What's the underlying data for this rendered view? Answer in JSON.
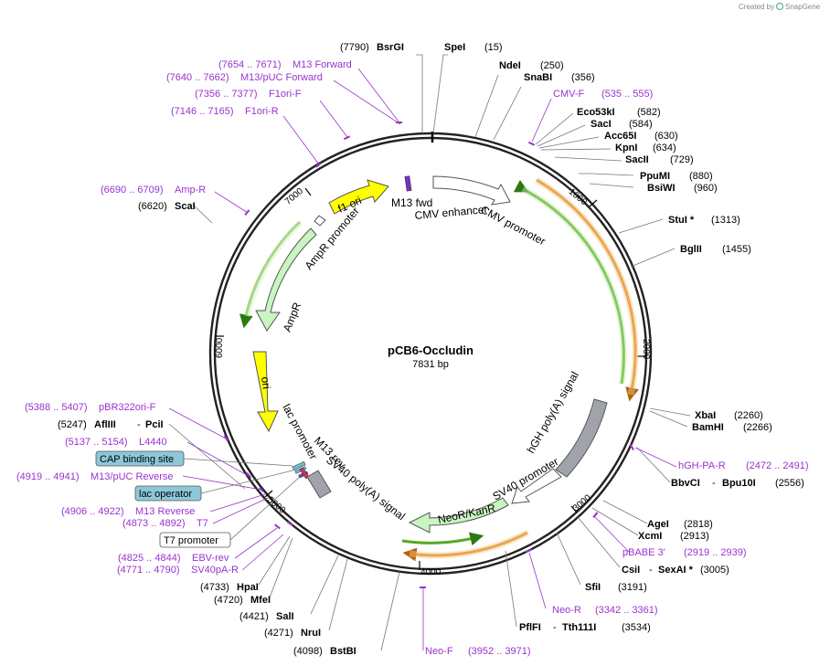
{
  "credit": {
    "prefix": "Created by",
    "brand": "SnapGene"
  },
  "plasmid": {
    "name": "pCB6-Occludin",
    "length": "7831 bp"
  },
  "ticks": [
    "1000",
    "2000",
    "3000",
    "4000",
    "5000",
    "6000",
    "7000"
  ],
  "enzymes": {
    "bsrgi": {
      "name": "BsrGI",
      "pos": "(7790)"
    },
    "spei": {
      "name": "SpeI",
      "pos": "(15)"
    },
    "ndei": {
      "name": "NdeI",
      "pos": "(250)"
    },
    "snabi": {
      "name": "SnaBI",
      "pos": "(356)"
    },
    "eco53ki": {
      "name": "Eco53kI",
      "pos": "(582)"
    },
    "saci": {
      "name": "SacI",
      "pos": "(584)"
    },
    "acc65i": {
      "name": "Acc65I",
      "pos": "(630)"
    },
    "kpni": {
      "name": "KpnI",
      "pos": "(634)"
    },
    "sacii": {
      "name": "SacII",
      "pos": "(729)"
    },
    "ppumi": {
      "name": "PpuMI",
      "pos": "(880)"
    },
    "bsiwi": {
      "name": "BsiWI",
      "pos": "(960)"
    },
    "stui": {
      "name": "StuI *",
      "pos": "(1313)"
    },
    "bglii": {
      "name": "BglII",
      "pos": "(1455)"
    },
    "xbai": {
      "name": "XbaI",
      "pos": "(2260)"
    },
    "bamhi": {
      "name": "BamHI",
      "pos": "(2266)"
    },
    "bbvci": {
      "name": "BbvCI",
      "sep": "-",
      "name2": "Bpu10I",
      "pos": "(2556)"
    },
    "agei": {
      "name": "AgeI",
      "pos": "(2818)"
    },
    "xcmi": {
      "name": "XcmI",
      "pos": "(2913)"
    },
    "csii": {
      "name": "CsiI",
      "sep": "-",
      "name2": "SexAI *",
      "pos": "(3005)"
    },
    "sfii": {
      "name": "SfiI",
      "pos": "(3191)"
    },
    "pflfi": {
      "name": "PflFI",
      "sep": "-",
      "name2": "Tth111I",
      "pos": "(3534)"
    },
    "bstbi": {
      "name": "BstBI",
      "pos": "(4098)"
    },
    "nrui": {
      "name": "NruI",
      "pos": "(4271)"
    },
    "sali": {
      "name": "SalI",
      "pos": "(4421)"
    },
    "mfei": {
      "name": "MfeI",
      "pos": "(4720)"
    },
    "hpai": {
      "name": "HpaI",
      "pos": "(4733)"
    },
    "aflii": {
      "name": "AflIII",
      "sep": "-",
      "name2": "PciI",
      "pos": "(5247)"
    },
    "scai": {
      "name": "ScaI",
      "pos": "(6620)"
    }
  },
  "primers": {
    "m13fwd": {
      "range": "(7654 .. 7671)",
      "name": "M13 Forward"
    },
    "m13puc": {
      "range": "(7640 .. 7662)",
      "name": "M13/pUC Forward"
    },
    "f1orif": {
      "range": "(7356 .. 7377)",
      "name": "F1ori-F"
    },
    "f1orir": {
      "range": "(7146 .. 7165)",
      "name": "F1ori-R"
    },
    "ampr": {
      "range": "(6690 .. 6709)",
      "name": "Amp-R"
    },
    "cmvf": {
      "name": "CMV-F",
      "range": "(535 .. 555)"
    },
    "hghpar": {
      "name": "hGH-PA-R",
      "range": "(2472 .. 2491)"
    },
    "pbabe3": {
      "name": "pBABE 3'",
      "range": "(2919 .. 2939)"
    },
    "neor": {
      "name": "Neo-R",
      "range": "(3342 .. 3361)"
    },
    "neof": {
      "name": "Neo-F",
      "range": "(3952 .. 3971)"
    },
    "pbr322": {
      "range": "(5388 .. 5407)",
      "name": "pBR322ori-F"
    },
    "l4440": {
      "range": "(5137 .. 5154)",
      "name": "L4440"
    },
    "m13pucrev": {
      "range": "(4919 .. 4941)",
      "name": "M13/pUC Reverse"
    },
    "m13rev": {
      "range": "(4906 .. 4922)",
      "name": "M13 Reverse"
    },
    "t7": {
      "range": "(4873 .. 4892)",
      "name": "T7"
    },
    "ebvrev": {
      "range": "(4825 .. 4844)",
      "name": "EBV-rev"
    },
    "sv40par": {
      "range": "(4771 .. 4790)",
      "name": "SV40pA-R"
    }
  },
  "boxes": {
    "cap": "CAP binding site",
    "lacop": "lac operator",
    "t7prom": "T7 promoter"
  },
  "features": {
    "cmv_enhancer": "CMV enhancer",
    "cmv_promoter": "CMV promoter",
    "m13_fwd": "M13 fwd",
    "f1_ori": "f1 ori",
    "ampr_promoter": "AmpR promoter",
    "ampr": "AmpR",
    "ori": "ori",
    "lac_promoter": "lac promoter",
    "m13_rev": "M13 rev",
    "sv40_polya": "SV40 poly(A) signal",
    "hgh_polya": "hGH poly(A) signal",
    "sv40_promoter": "SV40 promoter",
    "neokan": "NeoR/KanR"
  },
  "colors": {
    "backbone": "#222222",
    "primer": "#9933cc",
    "orf_green": "#55aa22",
    "orf_orange": "#e08a1e",
    "ampr_fill": "#c8f5c0",
    "ori_fill": "#ffff00",
    "polya_fill": "#a0a4aa",
    "box_fill": "#8dc8d8"
  }
}
